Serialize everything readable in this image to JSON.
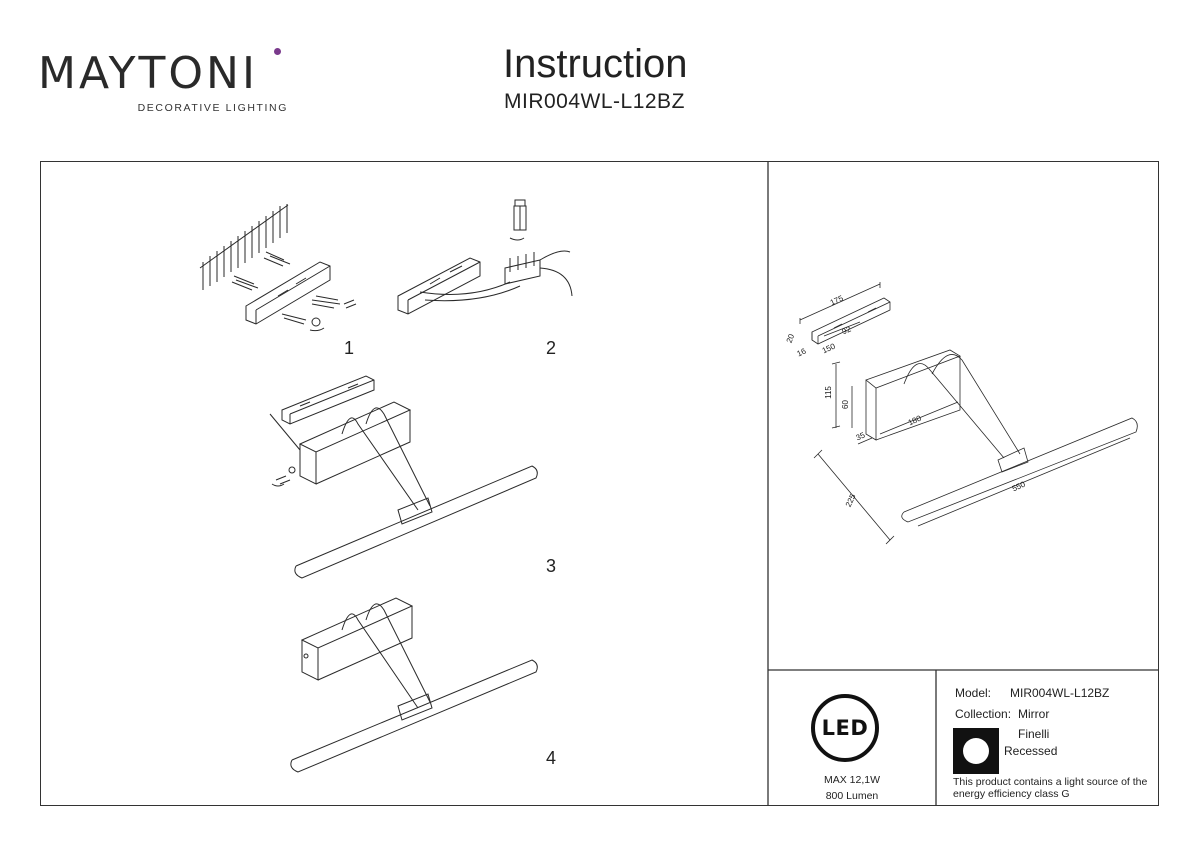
{
  "header": {
    "brand": "MAYTONI",
    "tagline": "DECORATIVE LIGHTING",
    "brand_accent": "#7a3a8c",
    "title": "Instruction",
    "model": "MIR004WL-L12BZ"
  },
  "steps": [
    "1",
    "2",
    "3",
    "4"
  ],
  "dimensions": {
    "bracket_length": "175",
    "bracket_hole_spacing": "92",
    "bracket_width_150": "150",
    "bracket_height": "20",
    "bracket_depth": "16",
    "arm_height": "115",
    "box_height": "60",
    "box_width": "35",
    "box_length": "180",
    "projection": "225",
    "bar_length": "550"
  },
  "led_badge": {
    "icon": "led-icon",
    "text": "LED",
    "power": "MAX 12,1W",
    "flux": "800 Lumen"
  },
  "info": {
    "model_label": "Model:",
    "model_value": "MIR004WL-L12BZ",
    "collection_label": "Collection:",
    "collection_value": "Mirror",
    "series_value": "Finelli",
    "mount_icon": "recessed-icon",
    "mount_value": "Recessed",
    "energy_note": "This product contains a light source of the energy efficiency class G"
  }
}
